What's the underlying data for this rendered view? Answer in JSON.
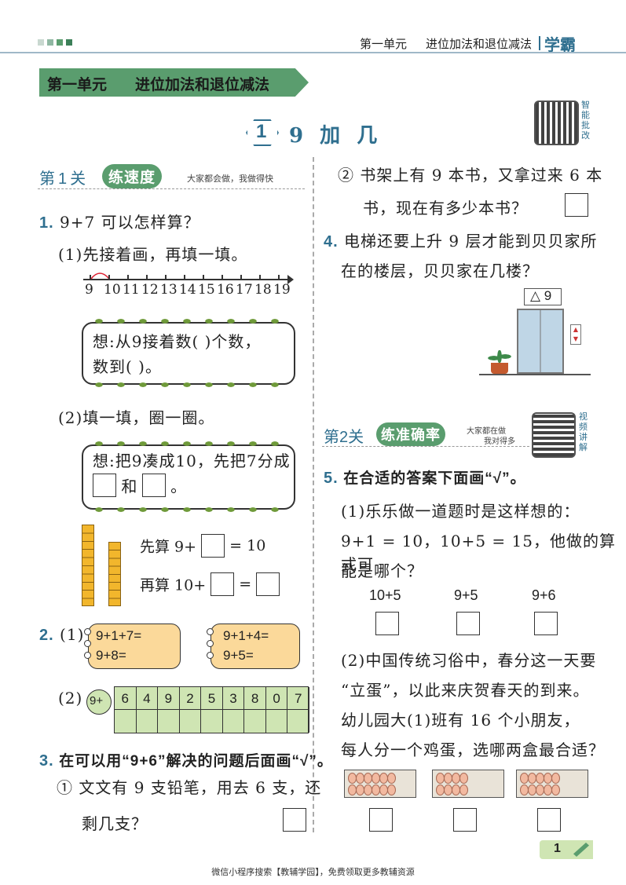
{
  "header": {
    "unit": "第一单元",
    "topic": "进位加法和退位减法",
    "brand": "学霸"
  },
  "banner": {
    "label": "第一单元",
    "title": "进位加法和退位减法"
  },
  "lesson": {
    "number": "1",
    "title": "9 加 几"
  },
  "qr1": {
    "side": "智能批改"
  },
  "level1": {
    "prefix": "第",
    "num": "1",
    "suffix": "关",
    "badge": "练速度",
    "slogan": "大家都会做，我做得快"
  },
  "q1": {
    "label": "1.",
    "text": "9+7 可以怎样算？",
    "p1": "(1)先接着画，再填一填。",
    "ticks": [
      "9",
      "10",
      "11",
      "12",
      "13",
      "14",
      "15",
      "16",
      "17",
      "18",
      "19"
    ],
    "think1a": "想:从9接着数(  )个数，",
    "think1b": "数到(  )。",
    "p2": "(2)填一填，圈一圈。",
    "think2a": "想:把9凑成10，先把7分成",
    "think2b": "和",
    "think2c": "。",
    "calc1": "先算 9+",
    "calc1b": "= 10",
    "calc2": "再算 10+",
    "calc2b": "="
  },
  "q2": {
    "label": "2.",
    "p1": "(1)",
    "cardA": [
      "9+1+7=",
      "9+8="
    ],
    "cardB": [
      "9+1+4=",
      "9+5="
    ],
    "p2": "(2)",
    "head": "9+",
    "cells": [
      "6",
      "4",
      "9",
      "2",
      "5",
      "3",
      "8",
      "0",
      "7"
    ]
  },
  "q3": {
    "label": "3.",
    "text": "在可以用“9+6”解决的问题后面画“√”。",
    "s1a": "① 文文有 9 支铅笔，用去 6 支，还",
    "s1b": "剩几支？",
    "s2a": "② 书架上有 9 本书，又拿过来 6 本",
    "s2b": "书，现在有多少本书？"
  },
  "q4": {
    "label": "4.",
    "a": "电梯还要上升 9 层才能到贝贝家所",
    "b": "在的楼层，贝贝家在几楼？",
    "display": "△ 9"
  },
  "level2": {
    "prefix": "第",
    "num": "2",
    "suffix": "关",
    "badge": "练准确率",
    "slogan1": "大家都在做",
    "slogan2": "我对得多"
  },
  "qr2": {
    "side": "视频讲解"
  },
  "q5": {
    "label": "5.",
    "text": "在合适的答案下面画“√”。",
    "p1a": "(1)乐乐做一道题时是这样想的：",
    "p1b": "9+1 = 10，10+5 = 15，他做的算式可",
    "p1c": "能是哪个？",
    "opts": [
      "10+5",
      "9+5",
      "9+6"
    ],
    "p2a": "(2)中国传统习俗中，春分这一天要",
    "p2b": "“立蛋”，以此来庆贺春天的到来。",
    "p2c": "幼儿园大(1)班有 16 个小朋友，",
    "p2d": "每人分一个鸡蛋，选哪两盒最合适？"
  },
  "page": {
    "num": "1"
  },
  "footer": {
    "text": "微信小程序搜索【教辅学园】，免费领取更多教辅资源"
  },
  "colors": {
    "green": "#5a9d6e",
    "teal": "#2f6f8f",
    "card": "#fbd99a",
    "table": "#cfe5b3",
    "leaf": "#6f9a3a"
  }
}
